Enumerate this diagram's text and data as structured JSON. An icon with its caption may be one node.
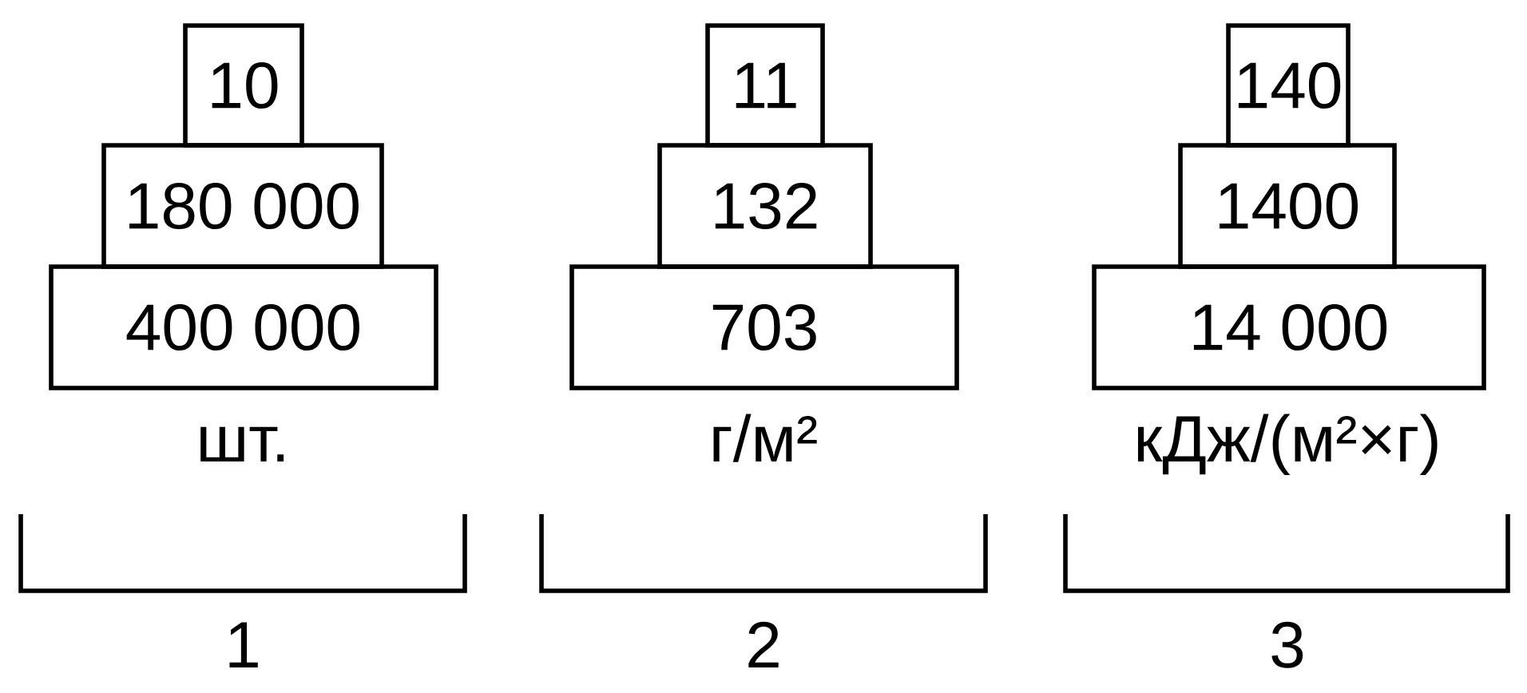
{
  "diagram": {
    "nodes": [
      {
        "text": [
          "10"
        ]
      },
      {
        "text": [
          "11"
        ]
      },
      {
        "text": [
          "140"
        ]
      },
      {
        "text": [
          "180 000"
        ]
      },
      {
        "text": [
          "132"
        ]
      },
      {
        "text": [
          "1400"
        ]
      },
      {
        "text": [
          "400 000"
        ]
      },
      {
        "text": [
          "703"
        ]
      },
      {
        "text": [
          "14 000"
        ]
      }
    ],
    "labels": [
      "шт.",
      "г/м²",
      "кДж/(м²×г)",
      "1",
      "2",
      "3"
    ]
  }
}
